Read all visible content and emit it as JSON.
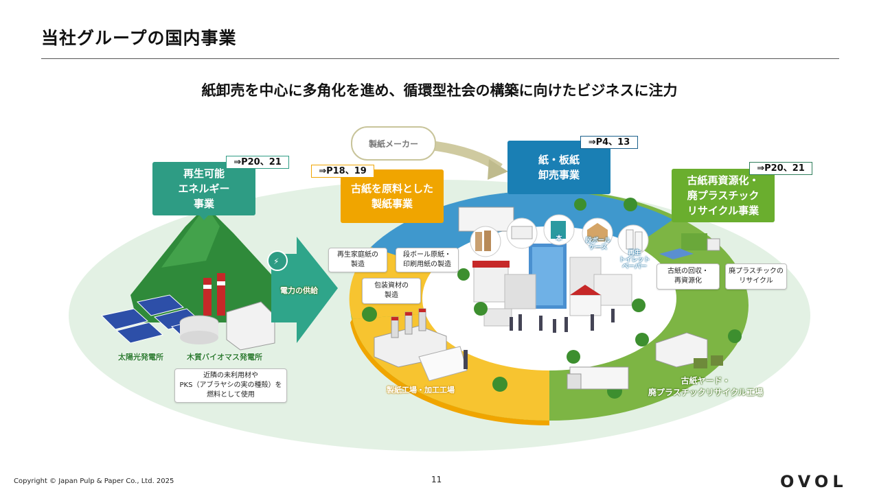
{
  "page": {
    "title": "当社グループの国内事業",
    "subtitle": "紙卸売を中心に多角化を進め、循環型社会の構築に向けたビジネスに注力"
  },
  "callouts": {
    "renewable": {
      "lines": [
        "再生可能",
        "エネルギー",
        "事業"
      ],
      "ref": "⇒P20、21",
      "color": "#2e9c84"
    },
    "recycled_paper": {
      "lines": [
        "古紙を原料とした",
        "製紙事業"
      ],
      "ref": "⇒P18、19",
      "color": "#f0a500"
    },
    "wholesale": {
      "lines": [
        "紙・板紙",
        "卸売事業"
      ],
      "ref": "⇒P4、13",
      "color": "#1a7fb4"
    },
    "recycling": {
      "lines": [
        "古紙再資源化・",
        "廃プラスチック",
        "リサイクル事業"
      ],
      "ref": "⇒P20、21",
      "color": "#6aae2e"
    }
  },
  "maker_label": "製紙メーカー",
  "power_arrow_label": "電力の供給",
  "notes": {
    "household": [
      "再生家庭紙の",
      "製造"
    ],
    "cardboard": [
      "段ボール原紙・",
      "印刷用紙の製造"
    ],
    "packaging": [
      "包装資材の",
      "製造"
    ],
    "collection": [
      "古紙の回収・",
      "再資源化"
    ],
    "plastic": [
      "廃プラスチックの",
      "リサイクル"
    ],
    "biomass_fuel": [
      "近隣の未利用材や",
      "PKS（アブラヤシの実の種殻）を",
      "燃料として使用"
    ]
  },
  "product_tags": {
    "book": "本",
    "cardboard_box": [
      "段ボール",
      "ケース"
    ],
    "toilet_paper": [
      "再生",
      "トイレット",
      "ペーパー"
    ]
  },
  "facility_labels": {
    "solar": "太陽光発電所",
    "biomass": "木質バイオマス発電所",
    "mill": "製紙工場・加工工場",
    "yard": [
      "古紙ヤード・",
      "廃プラスチックリサイクル工場"
    ]
  },
  "footer": {
    "copyright": "Copyright © Japan Pulp & Paper Co., Ltd. 2025",
    "page_number": "11",
    "logo": "OVOL"
  }
}
